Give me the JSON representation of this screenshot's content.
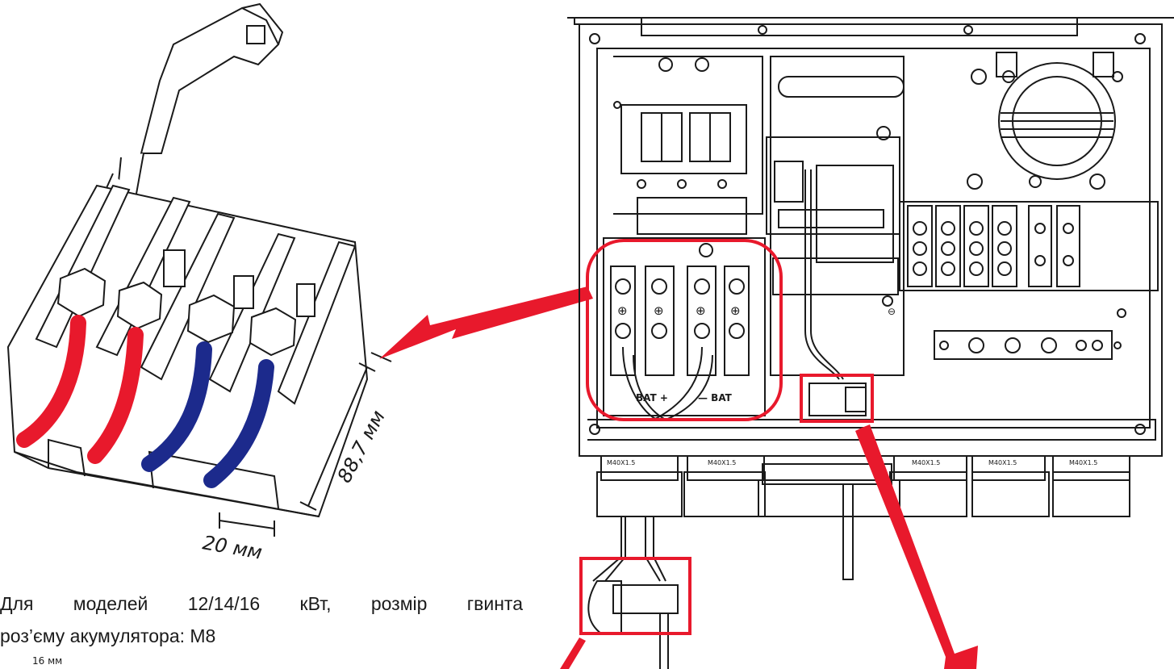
{
  "description": {
    "line1": "Для моделей 12/14/16 кВт, розмір гвинта",
    "line2": "роз’єму акумулятора: М8"
  },
  "dimensions": {
    "height": "88,7 мм",
    "width": "20 мм",
    "cutoff": "16 мм"
  },
  "terminal_marks": {
    "bat_positive": "BAT +",
    "bat_negative": "— BAT",
    "plus": "⊕",
    "minus": "⊖"
  },
  "gland_label": "M40X1.5",
  "colors": {
    "positive_cable": "#e8192c",
    "negative_cable": "#1c2a8c",
    "highlight": "#e8192c",
    "line": "#1a1a1a"
  }
}
